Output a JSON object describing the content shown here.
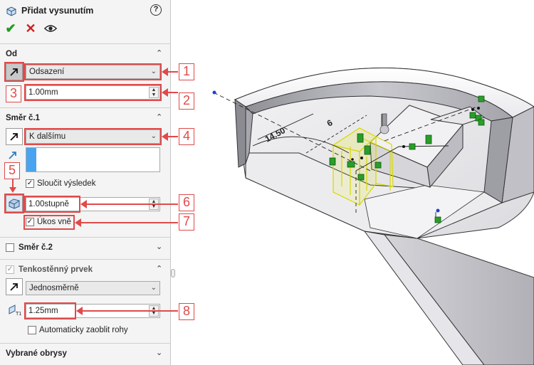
{
  "panel": {
    "title": "Přidat vysunutím",
    "help": "?",
    "actions": {
      "ok_glyph": "✔",
      "cancel_glyph": "✕"
    }
  },
  "from": {
    "header": "Od",
    "start_condition": "Odsazení",
    "offset_value": "1.00mm"
  },
  "direction1": {
    "header": "Směr č.1",
    "end_condition": "K dalšímu",
    "merge_result_label": "Sloučit výsledek",
    "merge_result_checked": true,
    "draft_value": "1.00stupně",
    "draft_outward_label": "Úkos vně",
    "draft_outward_checked": true
  },
  "direction2": {
    "header": "Směr č.2",
    "checked": false
  },
  "thin_feature": {
    "header": "Tenkostěnný prvek",
    "checked": true,
    "type": "Jednosměrně",
    "thickness_value": "1.25mm",
    "auto_fillet_label": "Automaticky zaoblit rohy",
    "auto_fillet_checked": false
  },
  "selected_contours": {
    "header": "Vybrané obrysy"
  },
  "callouts": [
    "1",
    "2",
    "3",
    "4",
    "5",
    "6",
    "7",
    "8"
  ],
  "model": {
    "dim_length": "14.50",
    "dim_small": "6"
  },
  "colors": {
    "annotation": "#e04a4a",
    "ok": "#1f9a1f",
    "cancel": "#d02020",
    "preview": "#e6e600",
    "selection": "#2a9d2a"
  }
}
